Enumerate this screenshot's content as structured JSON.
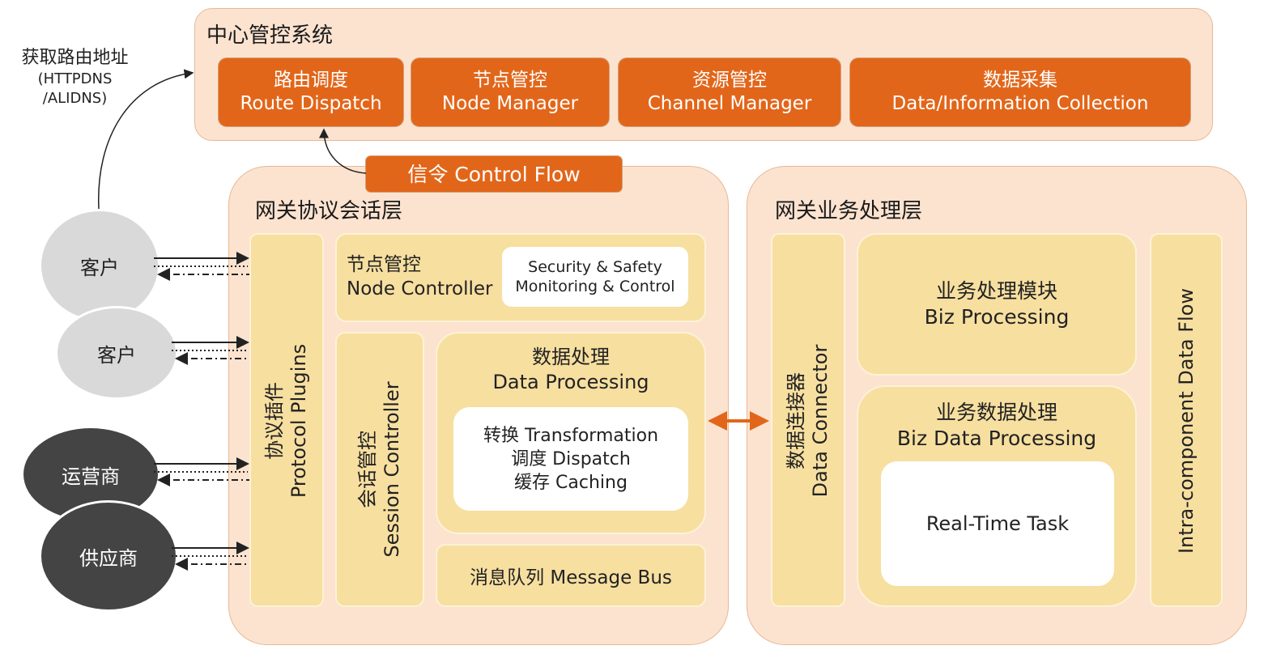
{
  "route_label": {
    "line1": "获取路由地址",
    "line2": "(HTTPDNS",
    "line3": "/ALIDNS)"
  },
  "central": {
    "title": "中心管控系统",
    "modules": [
      {
        "cn": "路由调度",
        "en": "Route Dispatch"
      },
      {
        "cn": "节点管控",
        "en": "Node Manager"
      },
      {
        "cn": "资源管控",
        "en": "Channel Manager"
      },
      {
        "cn": "数据采集",
        "en": "Data/Information Collection"
      }
    ]
  },
  "control_flow": "信令 Control Flow",
  "session_layer": {
    "title": "网关协议会话层",
    "protocol_plugins": {
      "cn": "协议插件",
      "en": "Protocol Plugins"
    },
    "node_controller": {
      "cn": "节点管控",
      "en": "Node Controller"
    },
    "security": {
      "line1": "Security & Safety",
      "line2": "Monitoring & Control"
    },
    "session_controller": {
      "cn": "会话管控",
      "en": "Session Controller"
    },
    "data_processing": {
      "cn": "数据处理",
      "en": "Data Processing"
    },
    "dp_items": [
      "转换 Transformation",
      "调度 Dispatch",
      "缓存 Caching"
    ],
    "message_bus": "消息队列 Message Bus"
  },
  "biz_layer": {
    "title": "网关业务处理层",
    "data_connector": {
      "cn": "数据连接器",
      "en": "Data Connector"
    },
    "biz_processing": {
      "cn": "业务处理模块",
      "en": "Biz Processing"
    },
    "biz_data_processing": {
      "cn": "业务数据处理",
      "en": "Biz Data Processing"
    },
    "real_time_task": "Real-Time Task",
    "intra_flow": "Intra-component Data Flow"
  },
  "actors": [
    "客户",
    "客户",
    "运营商",
    "供应商"
  ],
  "colors": {
    "orange": "#e2661a",
    "panel": "#fbe3d0",
    "yellow": "#f7dfa0"
  }
}
